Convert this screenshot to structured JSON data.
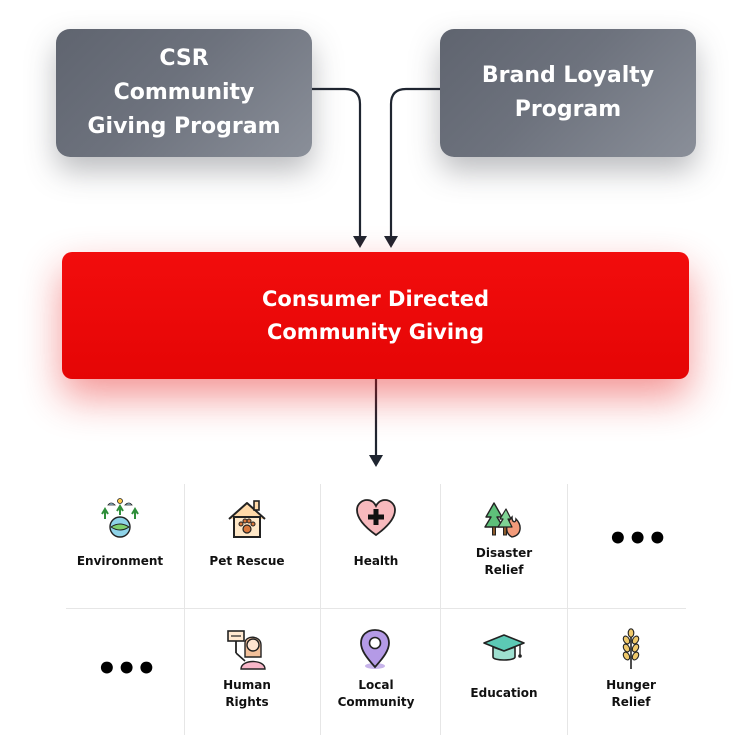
{
  "top_boxes": {
    "csr": [
      "CSR",
      "Community",
      "Giving Program"
    ],
    "brand": [
      "Brand Loyalty",
      "Program"
    ]
  },
  "center_box": [
    "Consumer Directed",
    "Community Giving"
  ],
  "colors": {
    "gray_box": "#6d727d",
    "red_box": "#ec0909",
    "arrow": "#1f2530"
  },
  "categories": {
    "row1": [
      {
        "label": "Environment",
        "icon": "environment-icon"
      },
      {
        "label": "Pet Rescue",
        "icon": "pet-house-icon"
      },
      {
        "label": "Health",
        "icon": "heart-plus-icon"
      },
      {
        "label_lines": [
          "Disaster",
          "Relief"
        ],
        "icon": "forest-fire-icon"
      },
      {
        "more": "•••",
        "icon": "more-dots"
      }
    ],
    "row2": [
      {
        "more": "•••",
        "icon": "more-dots"
      },
      {
        "label_lines": [
          "Human",
          "Rights"
        ],
        "icon": "protest-sign-icon"
      },
      {
        "label_lines": [
          "Local",
          "Community"
        ],
        "icon": "location-pin-icon"
      },
      {
        "label": "Education",
        "icon": "graduation-cap-icon"
      },
      {
        "label_lines": [
          "Hunger",
          "Relief"
        ],
        "icon": "wheat-icon"
      }
    ]
  }
}
